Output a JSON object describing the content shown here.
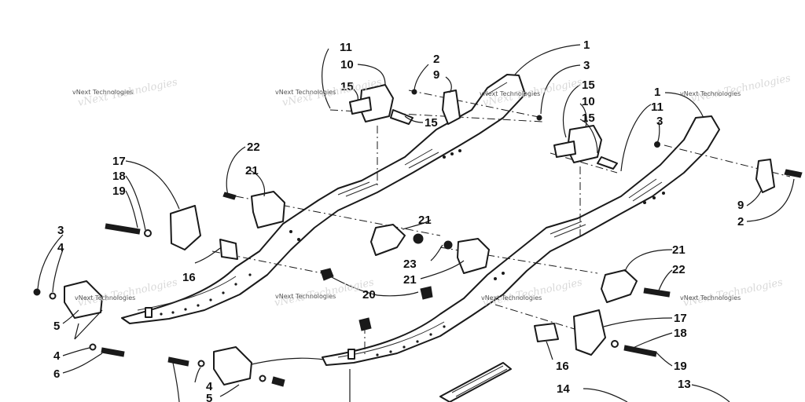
{
  "watermark": "vNext Technologies",
  "callouts": {
    "c1": "1",
    "c2": "2",
    "c3": "3",
    "c4": "4",
    "c5": "5",
    "c6": "6",
    "c9": "9",
    "c10": "10",
    "c11": "11",
    "c13": "13",
    "c14": "14",
    "c15": "15",
    "c16": "16",
    "c17": "17",
    "c18": "18",
    "c19": "19",
    "c20": "20",
    "c21": "21",
    "c22": "22",
    "c23": "23"
  }
}
